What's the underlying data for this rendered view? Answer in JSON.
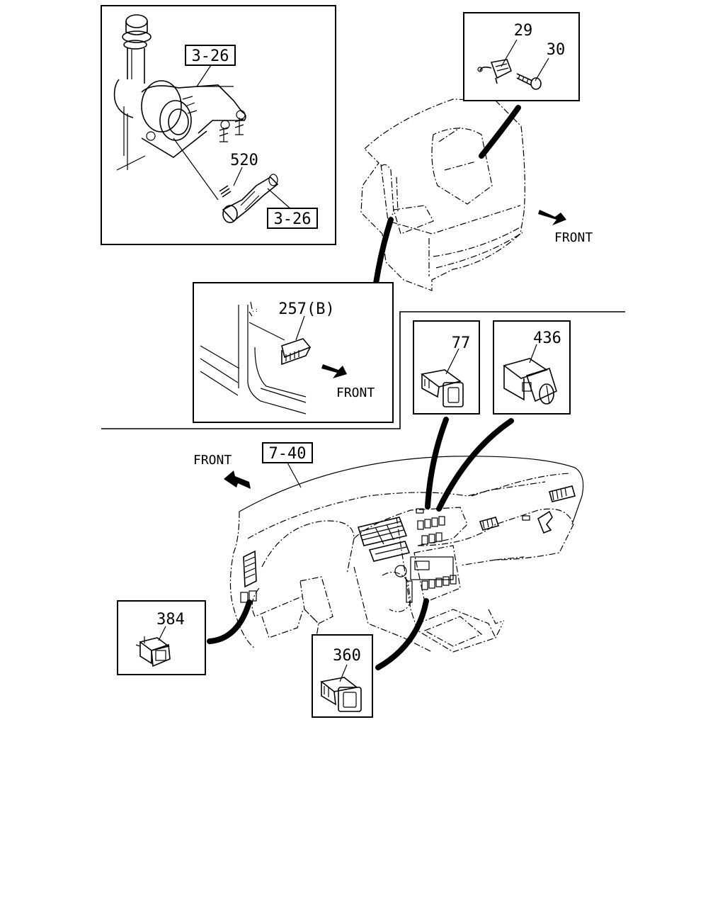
{
  "callouts": {
    "ref_3_26_top": "3-26",
    "part_520": "520",
    "ref_3_26_bottom": "3-26",
    "part_29": "29",
    "part_30": "30",
    "part_257b": "257(B)",
    "part_77": "77",
    "part_436": "436",
    "ref_7_40": "7-40",
    "part_384": "384",
    "part_360": "360"
  },
  "front_labels": {
    "cab": "FRONT",
    "pillar_detail": "FRONT",
    "dashboard": "FRONT"
  },
  "icons": {
    "arrow": "direction-arrow-icon"
  }
}
